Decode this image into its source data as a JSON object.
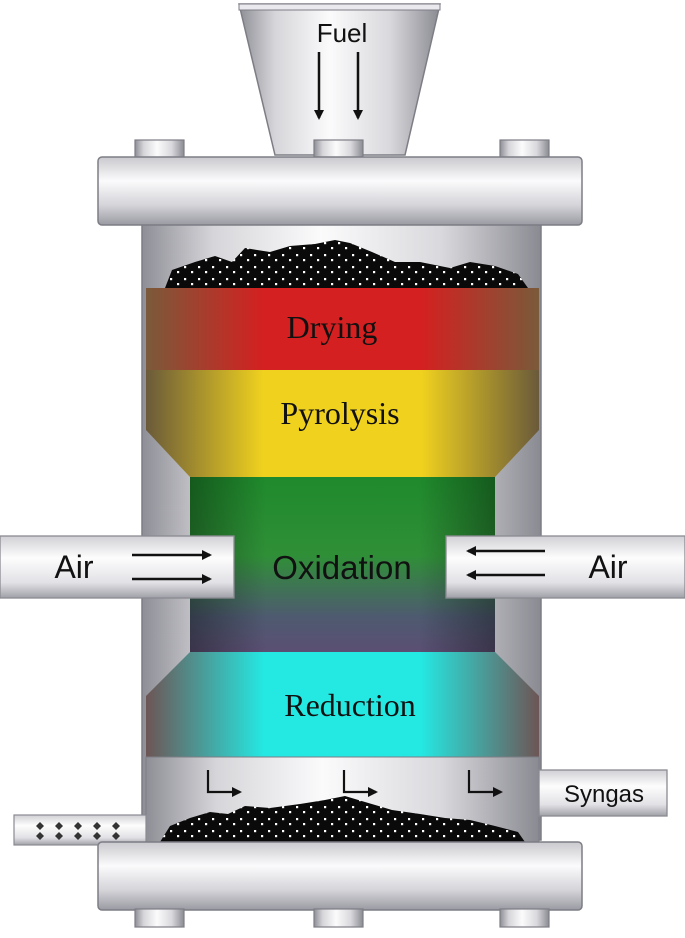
{
  "labels": {
    "fuel": "Fuel",
    "drying": "Drying",
    "pyrolysis": "Pyrolysis",
    "oxidation": "Oxidation",
    "reduction": "Reduction",
    "air_left": "Air",
    "air_right": "Air",
    "syngas": "Syngas"
  },
  "colors": {
    "drying": "#d81f24",
    "pyrolysis": "#f0d21e",
    "oxidation": "#2e9e2e",
    "reduction": "#22e6e0",
    "metal_light": "#f2f2f4",
    "metal_dark": "#8a8a92",
    "fuel_bed": "#0a0a0a"
  }
}
